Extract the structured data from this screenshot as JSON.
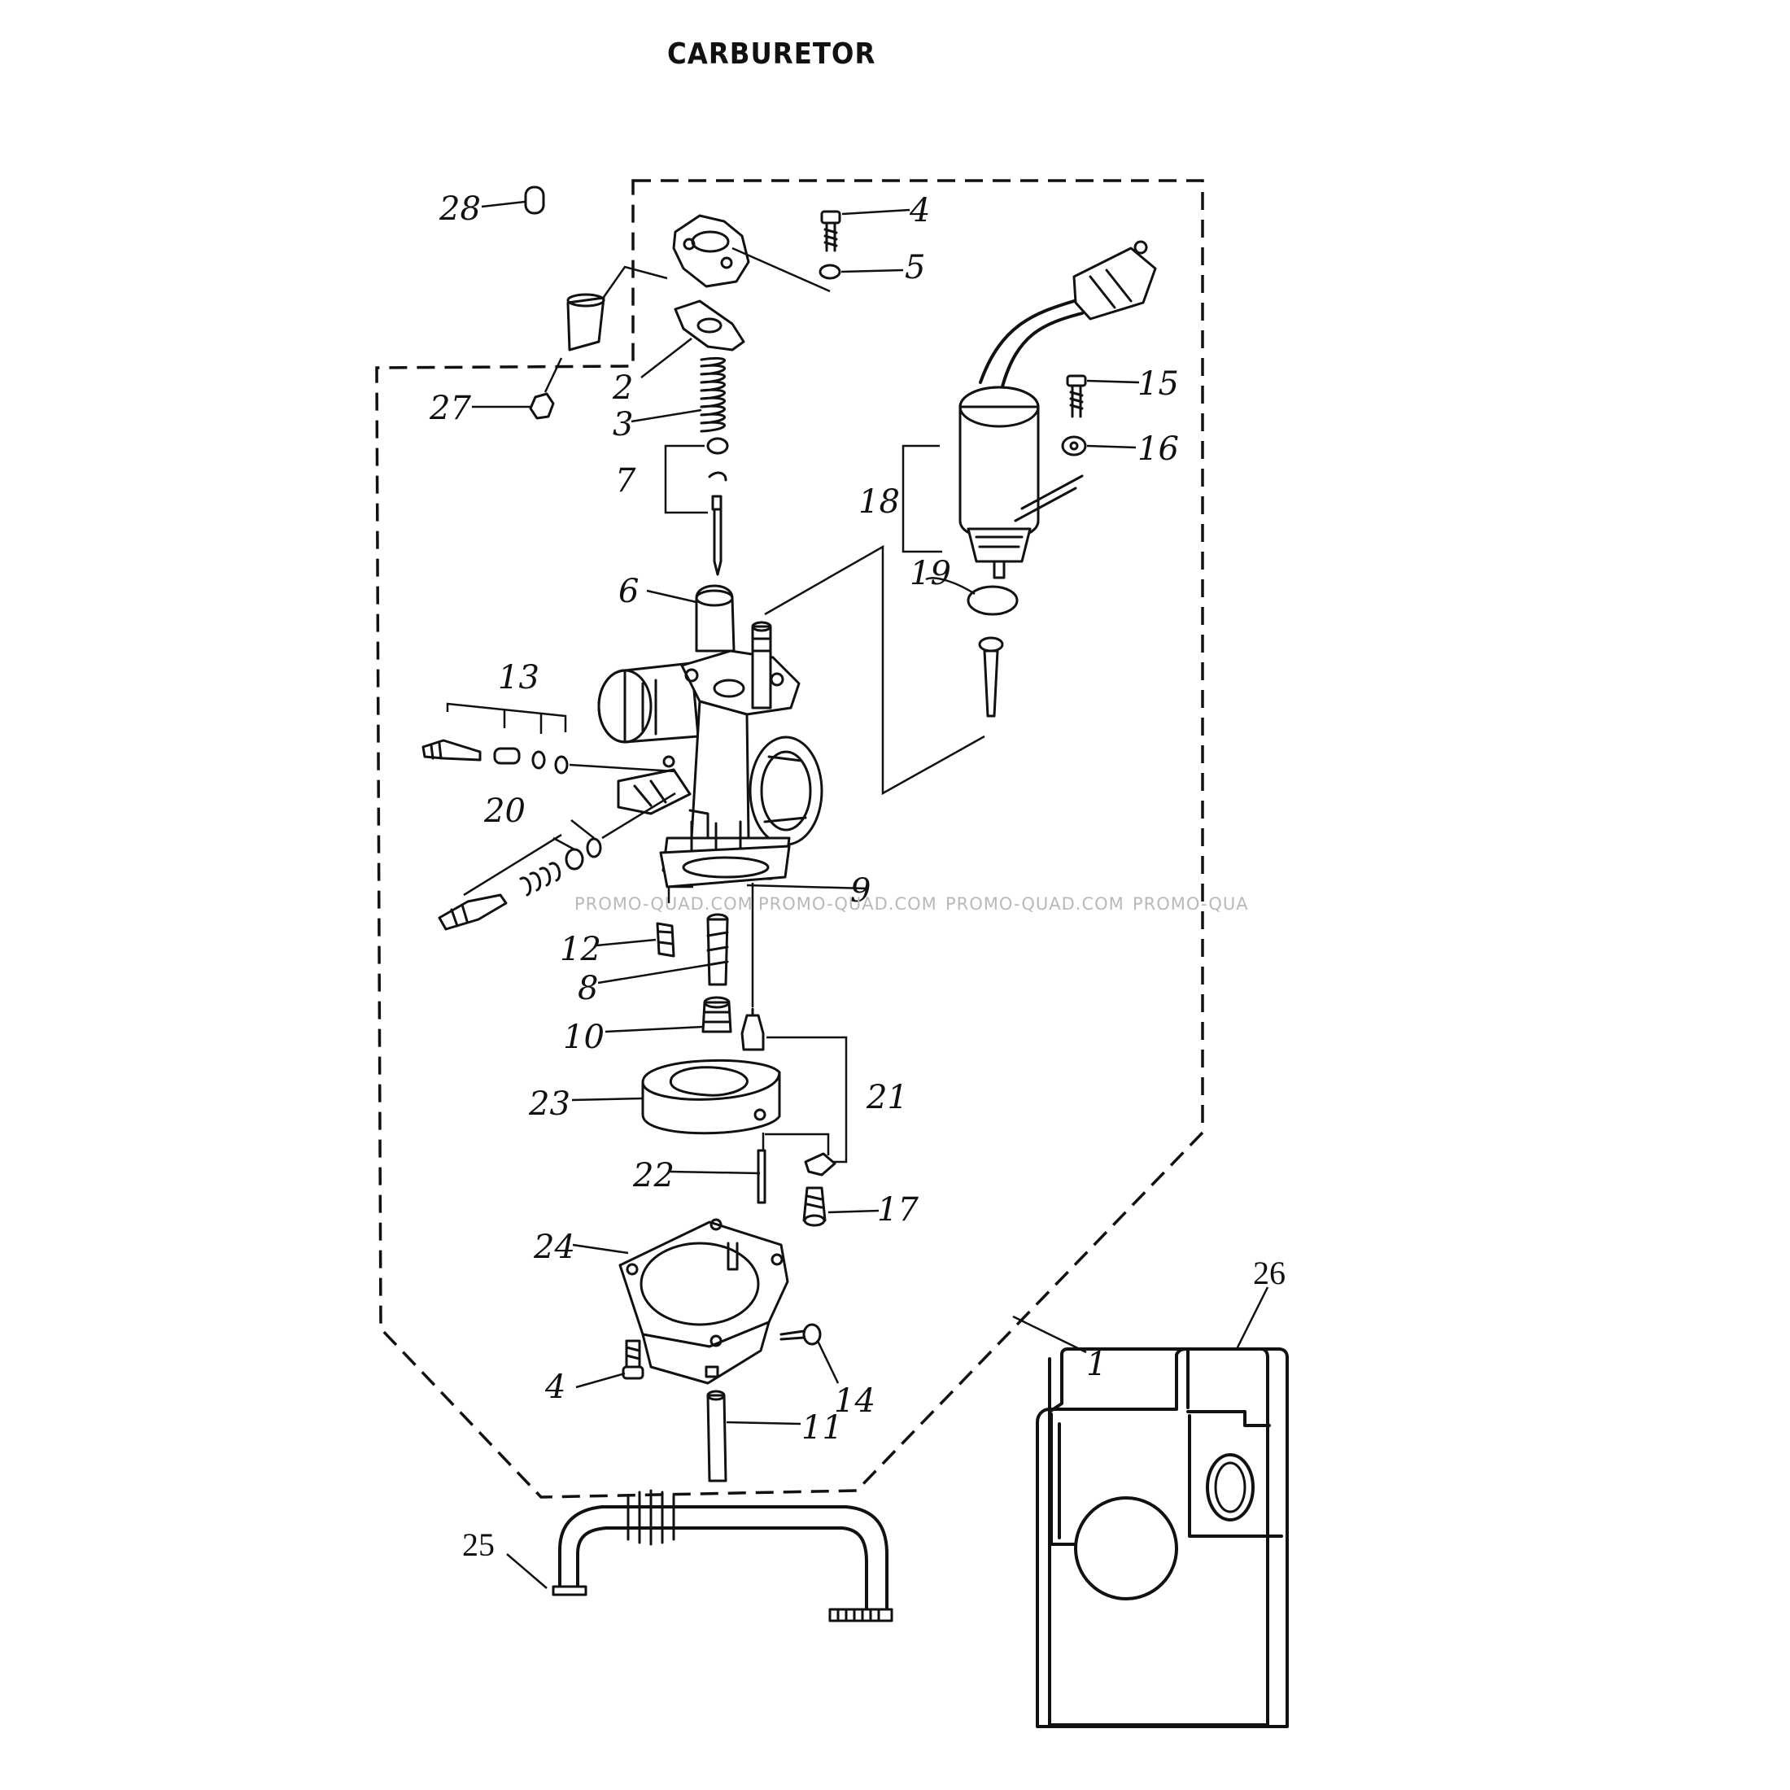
{
  "title": "CARBURETOR",
  "watermark": "PROMO-QUAD.COM",
  "watermark_partial": "PROMO-QUA",
  "callouts": [
    {
      "id": "1",
      "label": "1"
    },
    {
      "id": "2",
      "label": "2"
    },
    {
      "id": "3",
      "label": "3"
    },
    {
      "id": "4a",
      "label": "4"
    },
    {
      "id": "4b",
      "label": "4"
    },
    {
      "id": "5",
      "label": "5"
    },
    {
      "id": "6",
      "label": "6"
    },
    {
      "id": "7",
      "label": "7"
    },
    {
      "id": "8",
      "label": "8"
    },
    {
      "id": "9",
      "label": "9"
    },
    {
      "id": "10",
      "label": "10"
    },
    {
      "id": "11",
      "label": "11"
    },
    {
      "id": "12",
      "label": "12"
    },
    {
      "id": "13",
      "label": "13"
    },
    {
      "id": "14",
      "label": "14"
    },
    {
      "id": "15",
      "label": "15"
    },
    {
      "id": "16",
      "label": "16"
    },
    {
      "id": "17",
      "label": "17"
    },
    {
      "id": "18",
      "label": "18"
    },
    {
      "id": "19",
      "label": "19"
    },
    {
      "id": "20",
      "label": "20"
    },
    {
      "id": "21",
      "label": "21"
    },
    {
      "id": "22",
      "label": "22"
    },
    {
      "id": "23",
      "label": "23"
    },
    {
      "id": "24",
      "label": "24"
    },
    {
      "id": "25",
      "label": "25"
    },
    {
      "id": "26",
      "label": "26"
    },
    {
      "id": "27",
      "label": "27"
    },
    {
      "id": "28",
      "label": "28"
    }
  ]
}
